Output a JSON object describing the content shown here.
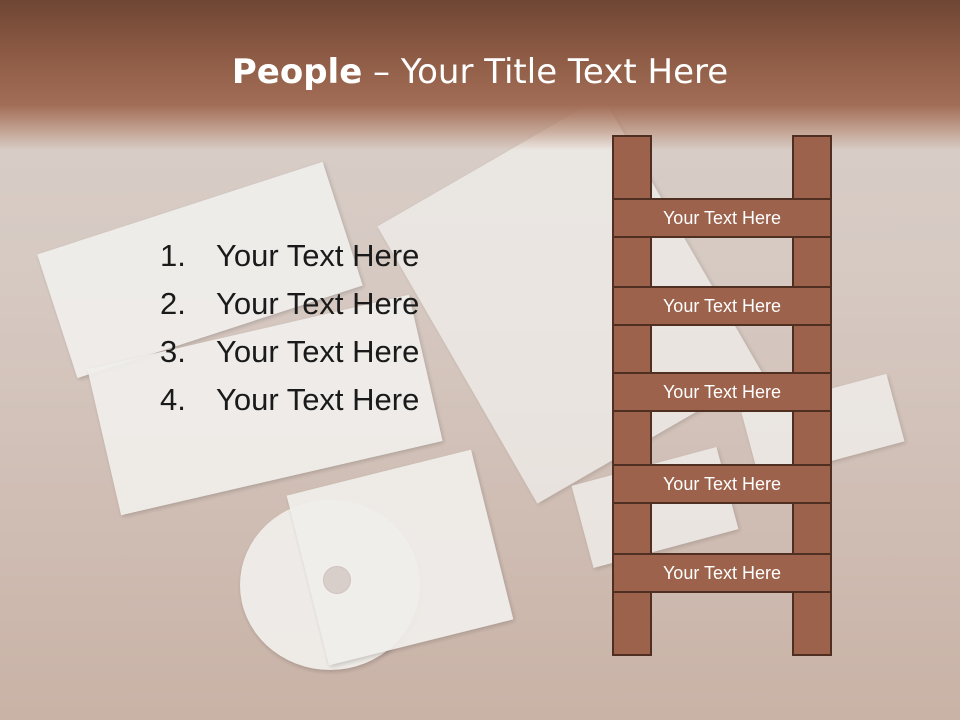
{
  "title": {
    "bold": "People",
    "rest": " – Your Title Text Here"
  },
  "list": [
    {
      "num": "1.",
      "text": "Your Text Here"
    },
    {
      "num": "2.",
      "text": "Your Text Here"
    },
    {
      "num": "3.",
      "text": "Your Text Here"
    },
    {
      "num": "4.",
      "text": "Your Text Here"
    }
  ],
  "ladder": {
    "rungs": [
      "Your Text Here",
      "Your Text Here",
      "Your Text Here",
      "Your Text Here",
      "Your Text Here"
    ]
  },
  "colors": {
    "header": "#8c5a44",
    "ladder_fill": "#9c624b",
    "ladder_border": "#4f2f22"
  }
}
